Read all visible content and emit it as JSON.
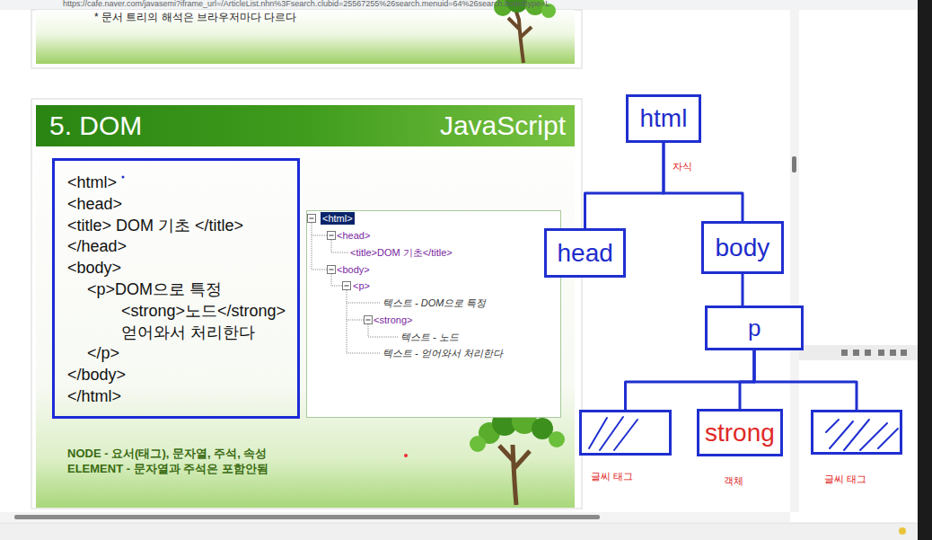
{
  "diagram": {
    "title": "5. DOM",
    "nodes": [
      {
        "text": [
          "<html>",
          "<head>",
          "<title> DOM 기초 </title>",
          "</head>",
          "<body>",
          "<p>DOM으로 특정",
          "<strong>노드</strong>",
          "얻어와서 처리한다",
          "</p>",
          "</body>",
          "</html>"
        ]
      },
      {
        "text": [
          "<html>",
          "<head>",
          "<title>DOM 기초</title>",
          "<body>",
          "<p>",
          "텍스트 - DOM으로 특정",
          "<strong>",
          "텍스트 - 노드",
          "텍스트 - 얻어와서 처리한다"
        ]
      },
      {
        "text": [
          "html"
        ]
      },
      {
        "text": [
          "head"
        ]
      },
      {
        "text": [
          "body"
        ]
      },
      {
        "text": [
          "p"
        ]
      },
      {
        "text": [
          "글씨 태그"
        ]
      },
      {
        "text": [
          "strong",
          "객체"
        ]
      },
      {
        "text": [
          "글씨 태그"
        ]
      }
    ],
    "edges": [
      {
        "from": 2,
        "to": 3,
        "arrow": "none"
      },
      {
        "from": 2,
        "to": 4,
        "arrow": "none"
      },
      {
        "from": 4,
        "to": 5,
        "arrow": "none"
      },
      {
        "from": 5,
        "to": 6,
        "arrow": "none"
      },
      {
        "from": 5,
        "to": 7,
        "arrow": "none"
      },
      {
        "from": 5,
        "to": 8,
        "arrow": "none"
      }
    ],
    "labels": [
      "https://cafe.naver.com/javasemi?iframe_url=/ArticleList.nhn%3Fsearch.clubid=25567255%26search.menuid=64%26search.boardtype=L",
      "* 문서 트리의 해석은 브라우저마다 다르다",
      "JavaScript",
      "NODE - 요서(태그), 문자열, 주석, 속성",
      "ELEMENT - 문자열과 주석은 포함안됨",
      "자식"
    ]
  }
}
